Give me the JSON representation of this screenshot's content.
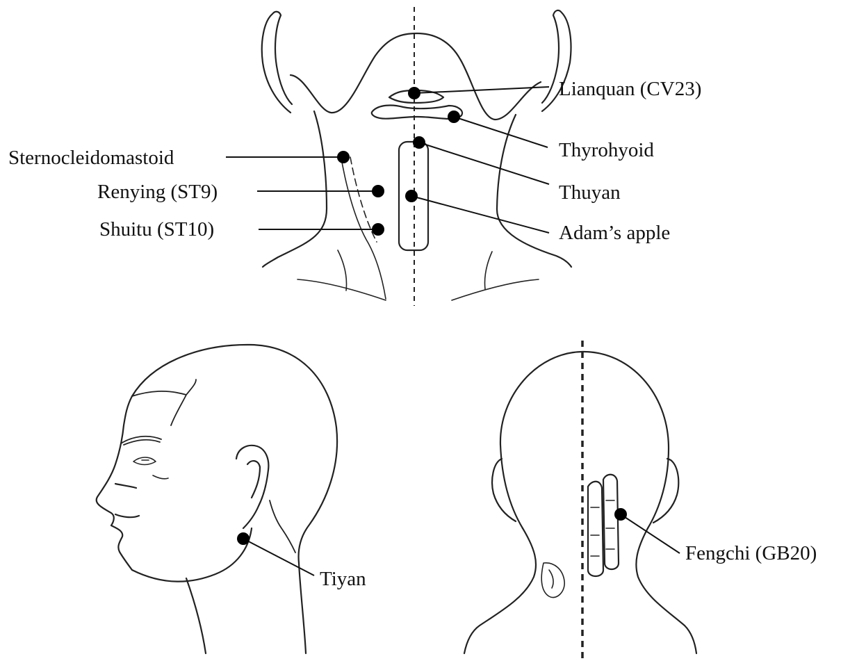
{
  "colors": {
    "ink": "#111111",
    "background": "#ffffff"
  },
  "labels": {
    "lianquan": "Lianquan (CV23)",
    "thyrohyoid": "Thyrohyoid",
    "sternocleidomastoid": "Sternocleidomastoid",
    "renying": "Renying (ST9)",
    "thuyan": "Thuyan",
    "shuitu": "Shuitu (ST10)",
    "adams_apple": "Adam’s apple",
    "tiyan": "Tiyan",
    "fengchi": "Fengchi (GB20)"
  }
}
